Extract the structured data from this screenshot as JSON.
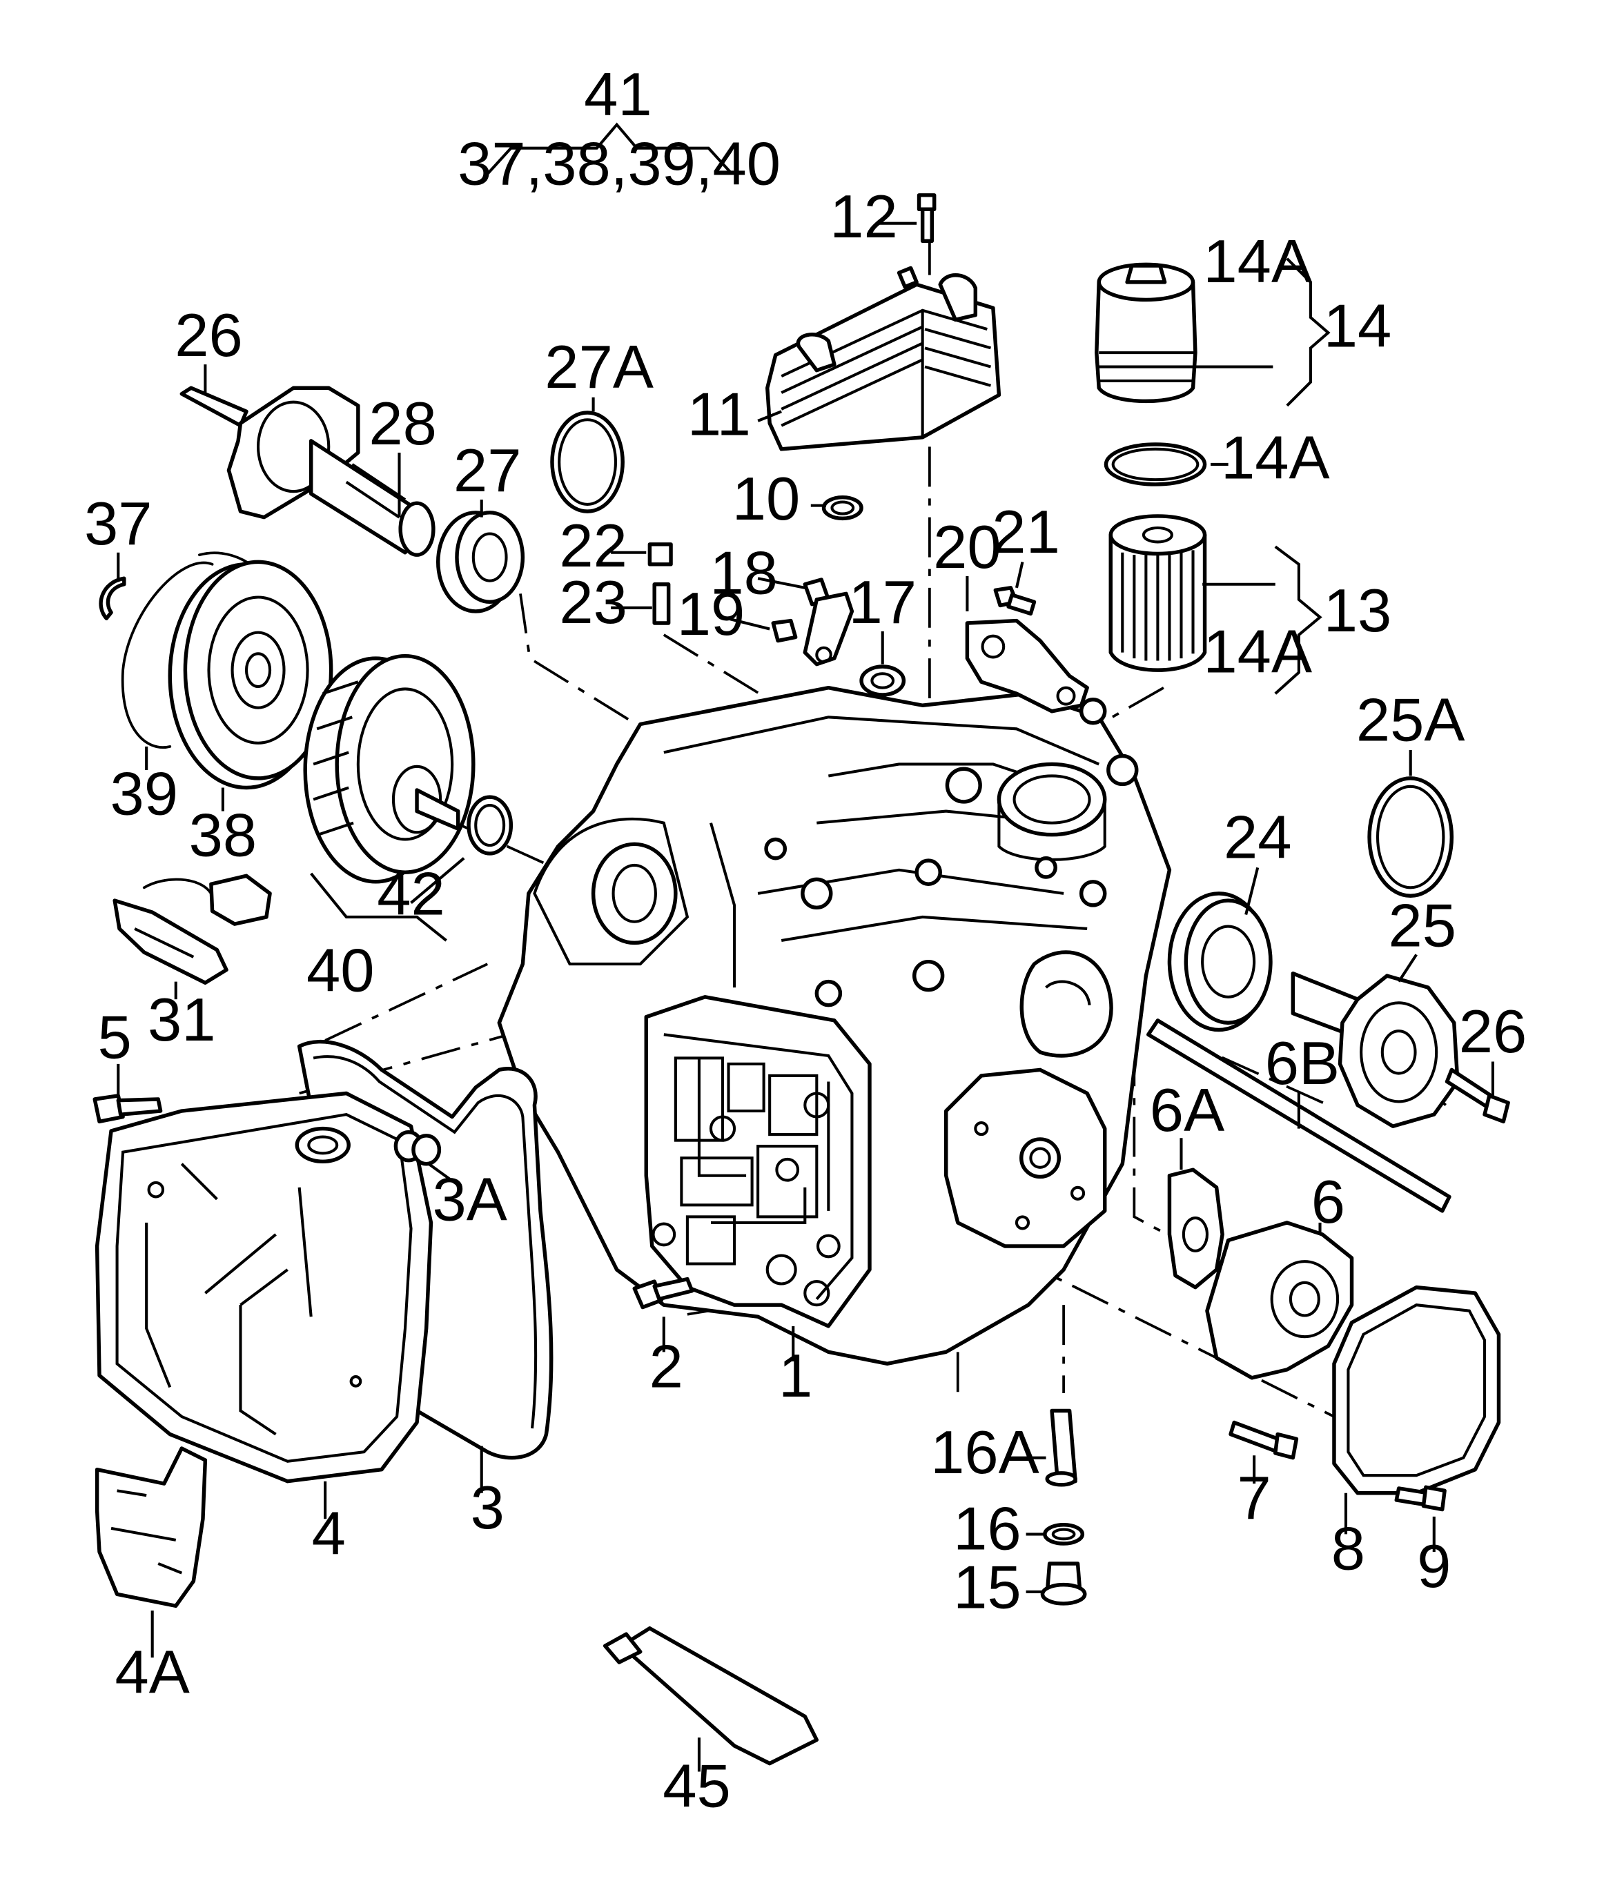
{
  "figure": {
    "type": "exploded-parts-diagram",
    "line_color": "#000000",
    "background": "#ffffff"
  },
  "group_label": {
    "number": "41",
    "members": "37,38,39,40"
  },
  "callouts": {
    "c1": "1",
    "c2": "2",
    "c3": "3",
    "c3A": "3A",
    "c4": "4",
    "c4A": "4A",
    "c5": "5",
    "c6": "6",
    "c6A": "6A",
    "c6B": "6B",
    "c7": "7",
    "c8": "8",
    "c9": "9",
    "c10": "10",
    "c11": "11",
    "c12": "12",
    "c13": "13",
    "c14": "14",
    "c14A_a": "14A",
    "c14A_b": "14A",
    "c14A_c": "14A",
    "c15": "15",
    "c16": "16",
    "c16A": "16A",
    "c17": "17",
    "c18": "18",
    "c19": "19",
    "c20": "20",
    "c21": "21",
    "c22": "22",
    "c23": "23",
    "c24": "24",
    "c25": "25",
    "c25A": "25A",
    "c26a": "26",
    "c26b": "26",
    "c27": "27",
    "c27A": "27A",
    "c28": "28",
    "c31": "31",
    "c37": "37",
    "c38": "38",
    "c39": "39",
    "c40": "40",
    "c42": "42",
    "c45": "45"
  }
}
